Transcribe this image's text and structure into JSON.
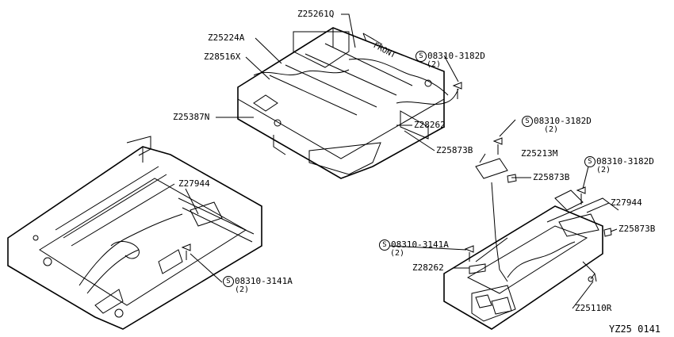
{
  "labels": {
    "z25261q": "Z25261Q",
    "z25224a": "Z25224A",
    "z28516x": "Z28516X",
    "z25387n": "Z25387N",
    "z28262_top": "Z28262",
    "z25873b_top": "Z25873B",
    "z27944_left": "Z27944",
    "z25213m": "Z25213M",
    "z25873b_mid": "Z25873B",
    "z27944_right": "Z27944",
    "z25873b_right": "Z25873B",
    "z28262_bottom": "Z28262",
    "z25110r": "Z25110R",
    "front": "FRONT"
  },
  "screws": {
    "top": {
      "symbol": "S",
      "part": "08310-3182D",
      "qty": "(2)"
    },
    "mid": {
      "symbol": "S",
      "part": "08310-3182D",
      "qty": "(2)"
    },
    "right": {
      "symbol": "S",
      "part": "08310-3182D",
      "qty": "(2)"
    },
    "left": {
      "symbol": "S",
      "part": "08310-3141A",
      "qty": "(2)"
    },
    "bottom": {
      "symbol": "S",
      "part": "08310-3141A",
      "qty": "(2)"
    }
  },
  "diagram_code": "YZ25 0141"
}
